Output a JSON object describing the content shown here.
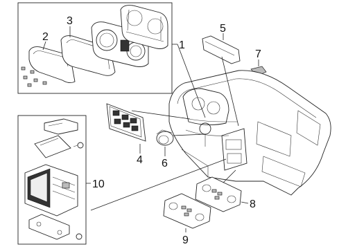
{
  "callouts": {
    "c1": "1",
    "c2": "2",
    "c3": "3",
    "c4": "4",
    "c5": "5",
    "c6": "6",
    "c7": "7",
    "c8": "8",
    "c9": "9",
    "c10": "10"
  },
  "colors": {
    "line": "#222222",
    "background": "#ffffff"
  }
}
